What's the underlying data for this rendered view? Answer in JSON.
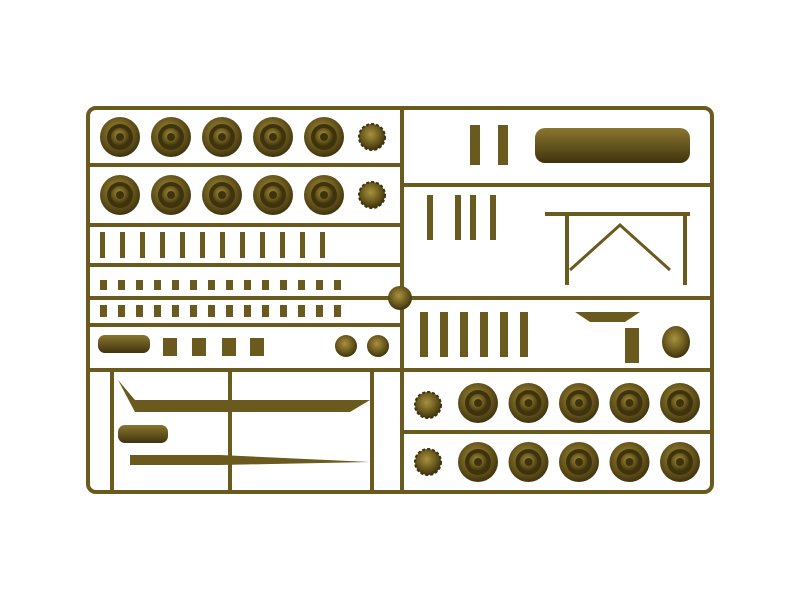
{
  "colors": {
    "background": "#ffffff",
    "plastic": "#6b5a1e",
    "plastic_dark": "#3f330d",
    "plastic_light": "#a8923e"
  },
  "wheels": {
    "top_left_rows": [
      5,
      5
    ],
    "bottom_right_rows": [
      5,
      5
    ]
  }
}
